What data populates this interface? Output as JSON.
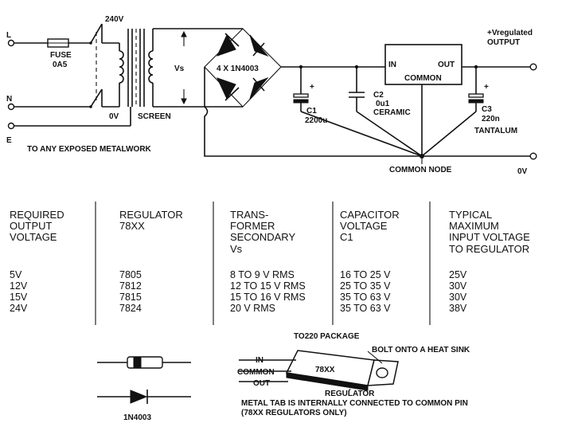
{
  "circuit": {
    "live": "L",
    "neutral": "N",
    "earth": "E",
    "fuse_label": "FUSE",
    "fuse_value": "0A5",
    "primary_240": "240V",
    "primary_0": "0V",
    "screen": "SCREEN",
    "vs": "Vs",
    "bridge": "4 X 1N4003",
    "metalwork": "TO ANY EXPOSED METALWORK",
    "reg_in": "IN",
    "reg_out": "OUT",
    "reg_common": "COMMON",
    "plus1": "+",
    "plus2": "+",
    "c1_name": "C1",
    "c1_value": "2200u",
    "c2_name": "C2",
    "c2_value": "0u1",
    "c2_type": "CERAMIC",
    "c3_name": "C3",
    "c3_value": "220n",
    "c3_type": "TANTALUM",
    "output_line1": "+Vregulated",
    "output_line2": "OUTPUT",
    "common_node": "COMMON NODE",
    "zero_v": "0V"
  },
  "table": {
    "headers": [
      [
        "REQUIRED",
        "OUTPUT",
        "VOLTAGE"
      ],
      [
        "REGULATOR",
        "78XX"
      ],
      [
        "TRANS-",
        "FORMER",
        "SECONDARY",
        "Vs"
      ],
      [
        "CAPACITOR",
        "VOLTAGE",
        "C1"
      ],
      [
        "TYPICAL",
        "MAXIMUM",
        "INPUT VOLTAGE",
        "TO REGULATOR"
      ]
    ],
    "rows": [
      [
        "5V",
        "7805",
        "8 TO 9 V RMS",
        "16 TO 25 V",
        "25V"
      ],
      [
        "12V",
        "7812",
        "12 TO 15 V RMS",
        "25 TO 35 V",
        "30V"
      ],
      [
        "15V",
        "7815",
        "15 TO 16 V RMS",
        "35 TO 63 V",
        "30V"
      ],
      [
        "24V",
        "7824",
        "20 V RMS",
        "35 TO 63 V",
        "38V"
      ]
    ]
  },
  "package": {
    "title": "TO220 PACKAGE",
    "in": "IN",
    "common": "COMMON",
    "out": "OUT",
    "body": "78XX",
    "bolt": "BOLT ONTO A HEAT SINK",
    "regulator": "REGULATOR",
    "note1": "METAL TAB IS INTERNALLY CONNECTED TO COMMON PIN",
    "note2": "(78XX REGULATORS ONLY)"
  },
  "diode": {
    "label": "1N4003"
  },
  "icons": [
    "fuse-icon",
    "switch-icon",
    "transformer-icon",
    "diode-icon",
    "capacitor-icon",
    "electrolytic-capacitor-icon",
    "voltage-regulator-icon",
    "terminal-icon",
    "earth-icon",
    "to220-package-icon"
  ]
}
